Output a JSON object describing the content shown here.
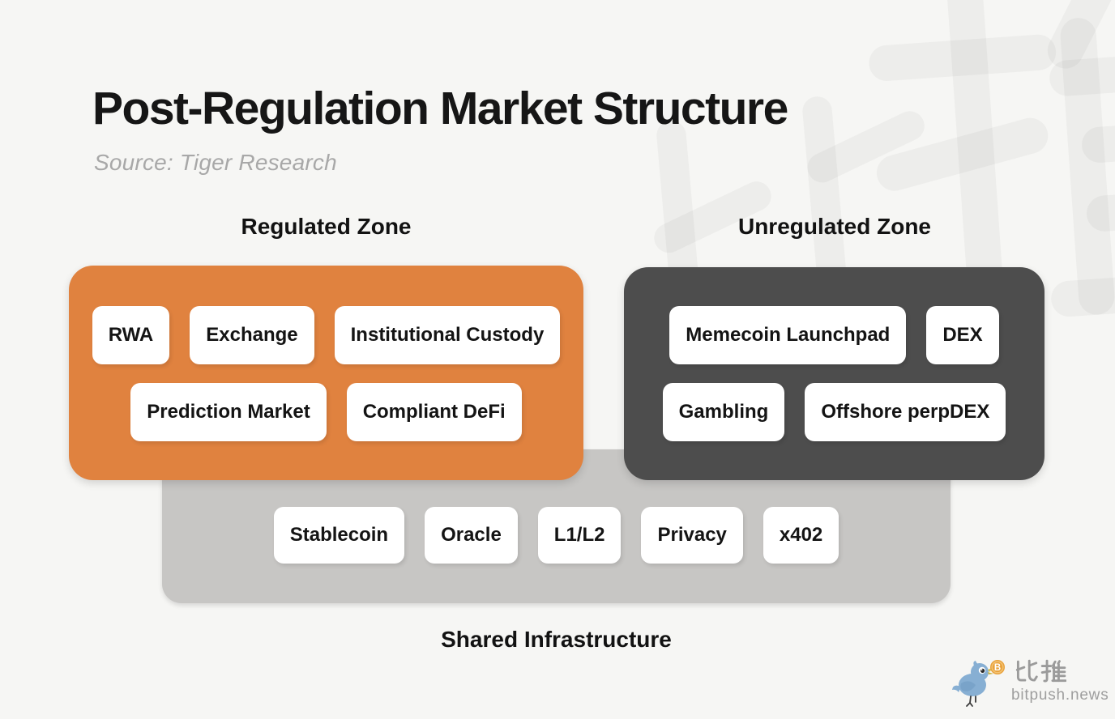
{
  "page": {
    "title": "Post-Regulation Market Structure",
    "source": "Source: Tiger Research"
  },
  "zones": {
    "regulated": {
      "label": "Regulated Zone",
      "color": "#E0823F",
      "rows": [
        [
          "RWA",
          "Exchange",
          "Institutional Custody"
        ],
        [
          "Prediction Market",
          "Compliant DeFi"
        ]
      ]
    },
    "unregulated": {
      "label": "Unregulated Zone",
      "color": "#4D4D4D",
      "rows": [
        [
          "Memecoin Launchpad",
          "DEX"
        ],
        [
          "Gambling",
          "Offshore perpDEX"
        ]
      ]
    },
    "shared": {
      "label": "Shared Infrastructure",
      "color": "#C7C6C4",
      "rows": [
        [
          "Stablecoin",
          "Oracle",
          "L1/L2",
          "Privacy",
          "x402"
        ]
      ]
    }
  },
  "brand": {
    "cjk_name": "比推",
    "domain": "bitpush.news",
    "bird_color": "#87AFD3",
    "coin_color": "#E9A33D",
    "text_color": "#9B9B9B"
  }
}
